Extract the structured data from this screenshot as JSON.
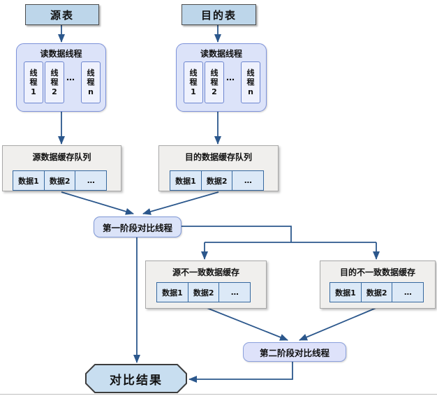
{
  "diagram": {
    "nodes": {
      "source_table": "源表",
      "dest_table": "目的表",
      "read_thread_group_title": "读数据线程",
      "thread_1": "线程1",
      "thread_2": "线程2",
      "thread_gap": "⋯",
      "thread_n": "线程n",
      "source_queue_title": "源数据缓存队列",
      "dest_queue_title": "目的数据缓存队列",
      "data_cell_1": "数据1",
      "data_cell_2": "数据2",
      "data_cell_gap": "…",
      "stage1_thread": "第一阶段对比线程",
      "source_diff_cache_title": "源不一致数据缓存",
      "dest_diff_cache_title": "目的不一致数据缓存",
      "stage2_thread": "第二阶段对比线程",
      "result": "对比结果"
    },
    "colors": {
      "connector": "#2b578c",
      "table_fill": "#bdd6ea",
      "table_border": "#4c4c4c",
      "group_fill": "#dce3f9",
      "group_border": "#7d92da",
      "thread_fill": "#eef1fd",
      "thread_border": "#6c85cf",
      "queue_fill": "#f0efed",
      "queue_border": "#a8a8a8",
      "cell_fill": "#dce9f7",
      "cell_border": "#35689f",
      "stage_fill": "#dbe3f8",
      "stage_border": "#7e97d6",
      "result_fill": "#c8def0",
      "result_border": "#3d3d3d"
    }
  }
}
